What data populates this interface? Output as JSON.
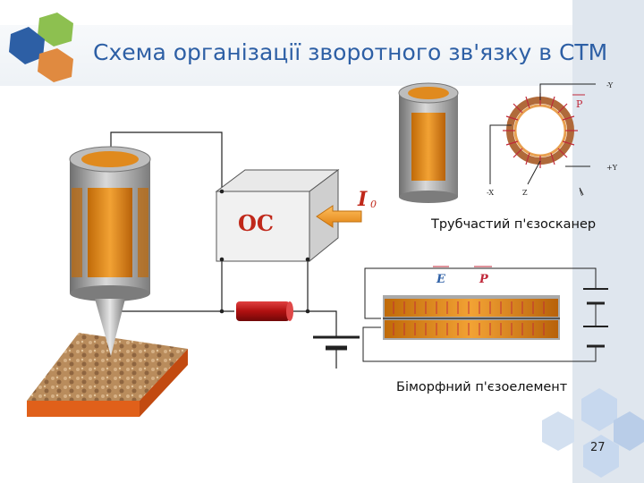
{
  "slide": {
    "title": "Схема організації зворотного зв'язку в СТМ",
    "page_number": "27"
  },
  "diagram": {
    "feedback_box_label": "ОС",
    "current_label_main": "I",
    "current_label_sub": "0",
    "tube_caption": "Трубчастий п'єзосканер",
    "bimorph_caption": "Біморфний п'єзоелемент",
    "axis_minus_y": "-Y",
    "axis_plus_y": "+Y",
    "axis_minus_x": "-X",
    "axis_z": "Z",
    "axis_x": "\\",
    "polarization_label": "P",
    "field_label": "E",
    "bimorph_p_label": "P"
  },
  "colors": {
    "title": "#2d5fa5",
    "piezo_orange": "#e08a1e",
    "metal_gray": "#9c9c9c",
    "arrow_orange": "#f0a030",
    "resistor_red": "#c01818",
    "sample_top": "#b88a5a",
    "sample_side": "#e0601a",
    "hex_blue": "#2d5fa5",
    "hex_green": "#8dc050",
    "hex_orange": "#e08a40",
    "hex_light": "#c7d8ee"
  }
}
